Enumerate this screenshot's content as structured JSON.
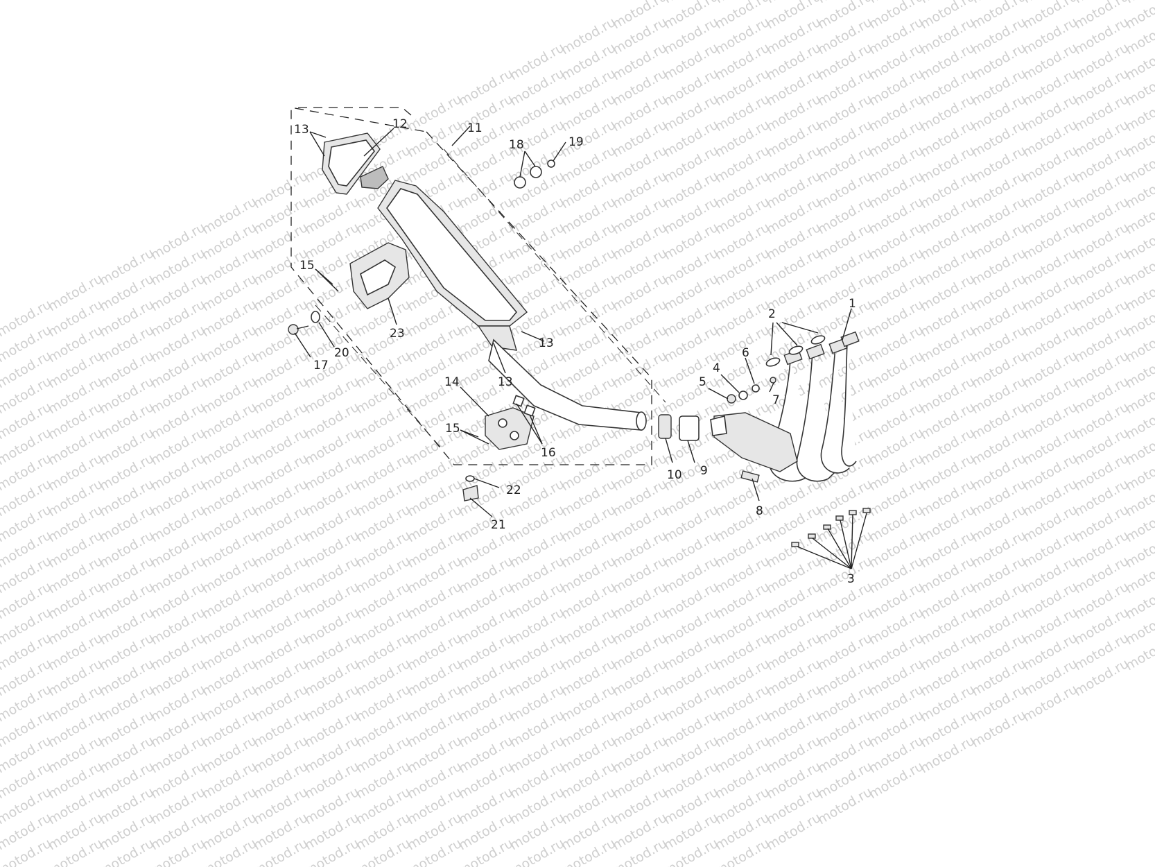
{
  "watermark": {
    "text": "motod.ru"
  },
  "callouts": {
    "c1": "1",
    "c2": "2",
    "c3": "3",
    "c4": "4",
    "c5": "5",
    "c6": "6",
    "c7": "7",
    "c8": "8",
    "c9": "9",
    "c10": "10",
    "c11": "11",
    "c12": "12",
    "c13a": "13",
    "c13b": "13",
    "c13c": "13",
    "c14": "14",
    "c15a": "15",
    "c15b": "15",
    "c16": "16",
    "c17": "17",
    "c18": "18",
    "c19": "19",
    "c20": "20",
    "c21": "21",
    "c22": "22",
    "c23": "23"
  }
}
